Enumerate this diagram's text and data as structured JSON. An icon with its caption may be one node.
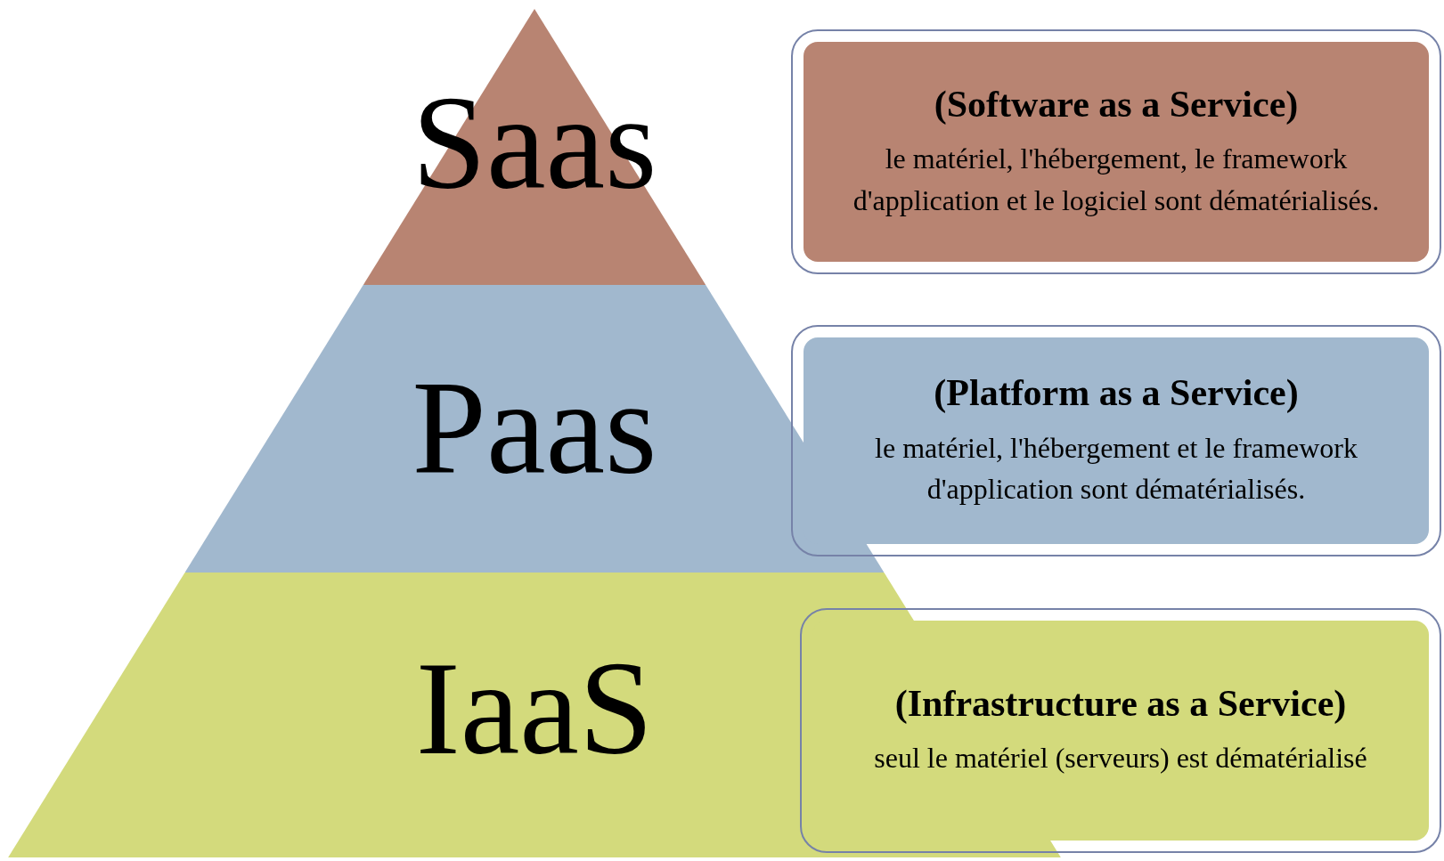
{
  "diagram": {
    "nodes": [
      {
        "text": [
          "Saas"
        ]
      },
      {
        "text": [
          "(Software as a Service)",
          "le matériel, l'hébergement, le framework d'application et le logiciel sont dématérialisés."
        ]
      },
      {
        "text": [
          "Paas"
        ]
      },
      {
        "text": [
          "(Platform as a Service)",
          "le matériel, l'hébergement et le framework d'application sont dématérialisés."
        ]
      },
      {
        "text": [
          "IaaS"
        ]
      },
      {
        "text": [
          "(Infrastructure as a Service)",
          "seul le matériel (serveurs) est dématérialisé"
        ]
      }
    ]
  }
}
